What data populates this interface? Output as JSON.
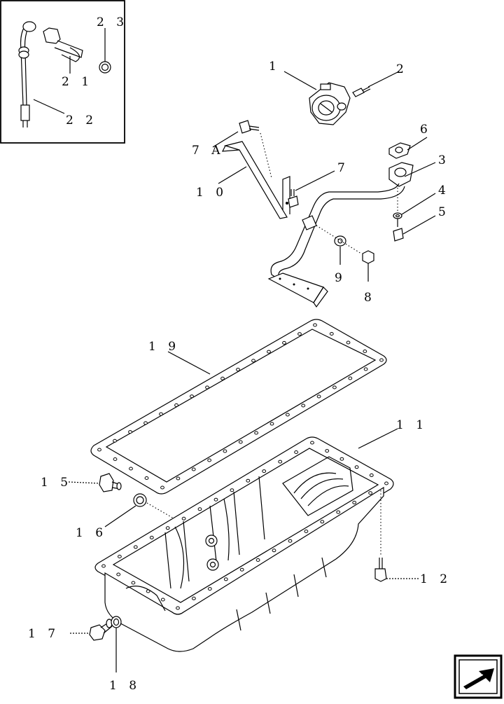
{
  "labels": {
    "p1": "1",
    "p2": "2",
    "p3": "3",
    "p4": "4",
    "p5": "5",
    "p6": "6",
    "p7": "7",
    "p7a": "7 A",
    "p8": "8",
    "p9": "9",
    "p10": "1 0",
    "p11": "1 1",
    "p12": "1 2",
    "p15": "1 5",
    "p16": "1 6",
    "p17": "1 7",
    "p18": "1 8",
    "p19": "1 9",
    "p21": "2 1",
    "p22": "2 2",
    "p23": "2 3"
  },
  "icons": {
    "nav": "next-page-arrow-icon"
  }
}
